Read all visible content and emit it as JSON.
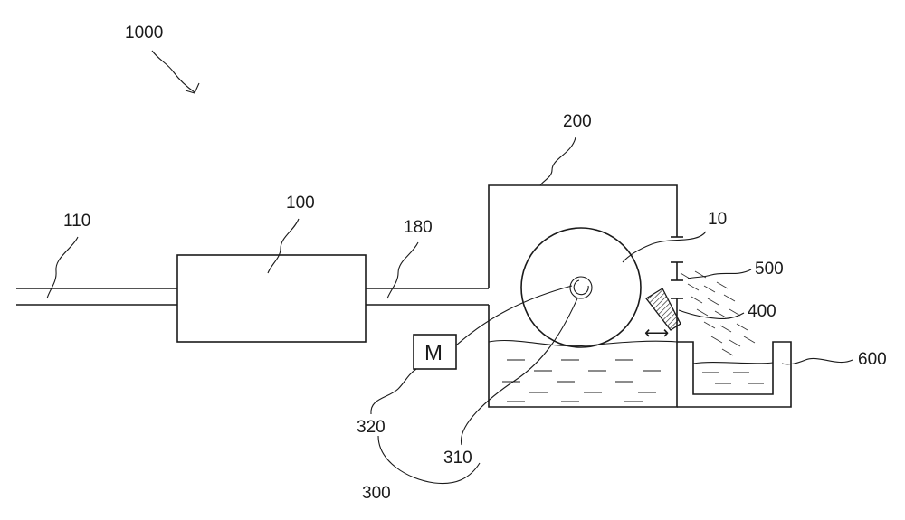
{
  "labels": {
    "system": "1000",
    "inlet_pipe": "110",
    "unit_100": "100",
    "outlet_pipe": "180",
    "housing": "200",
    "drum": "10",
    "spray": "500",
    "scraper": "400",
    "collector": "600",
    "motor_symbol": "M",
    "motor": "320",
    "shaft": "310",
    "drive_assembly": "300",
    "arrow_symbol": "⟷"
  }
}
